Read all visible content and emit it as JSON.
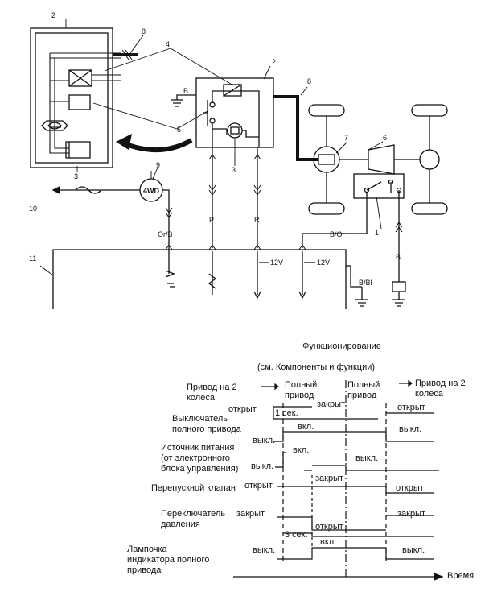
{
  "schematic": {
    "callouts": [
      "1",
      "2",
      "3",
      "4",
      "5",
      "6",
      "7",
      "8",
      "9",
      "10",
      "11"
    ],
    "indicator": "4WD",
    "wires": {
      "b": "B",
      "p": "P",
      "r": "R",
      "orb": "Or/B",
      "bor": "B/Or",
      "bbl": "B/Bl"
    },
    "voltage": "12V"
  },
  "timing": {
    "title": "Функционирование",
    "subtitle": "(см. Компоненты и функции)",
    "phases": {
      "p1": "Привод на 2 колеса",
      "p2": "Полный привод",
      "p3": "Полный привод",
      "p4": "Привод на 2 колеса"
    },
    "rows": {
      "switch": "Выключатель полного привода",
      "power": "Источник питания (от электронного блока управления)",
      "valve": "Перепускной клапан",
      "pressure": "Переключатель давления",
      "lamp": "Лампочка индикатора полного привода"
    },
    "states": {
      "open": "открыт",
      "closed": "закрыт",
      "on": "вкл.",
      "off": "выкл."
    },
    "delays": {
      "one_sec": "1 сек.",
      "three_sec": "3 сек."
    },
    "time_axis": "Время"
  }
}
